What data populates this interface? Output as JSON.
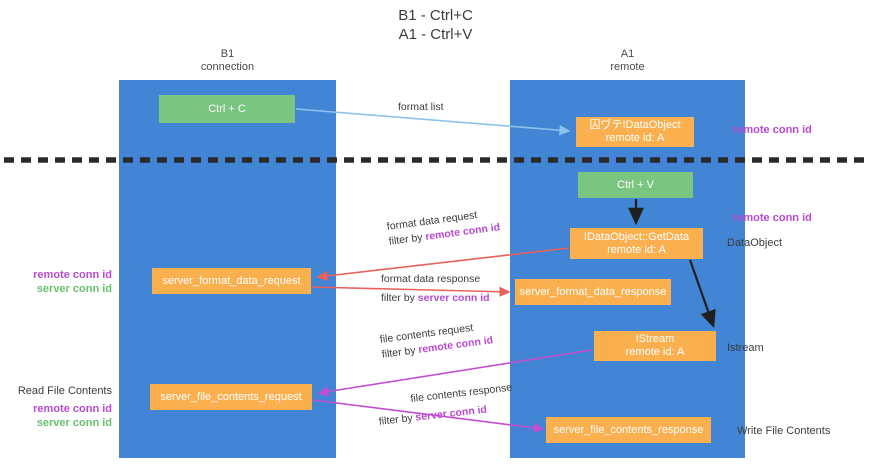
{
  "title": {
    "line1": "B1 - Ctrl+C",
    "line2": "A1 - Ctrl+V"
  },
  "lanes": [
    {
      "id": "b1",
      "name": "B1",
      "role": "connection",
      "color": "#4285d4"
    },
    {
      "id": "a1",
      "name": "A1",
      "role": "remote",
      "color": "#4285d4"
    }
  ],
  "colors": {
    "lane": "#4285d4",
    "node_green": "#7ac57f",
    "node_orange": "#fbb050",
    "accent_remote": "#b84ad0",
    "accent_server": "#6abf6e",
    "arrow_blue": "#8bc3ea",
    "arrow_red": "#e8615a",
    "arrow_magenta": "#c24fd0",
    "arrow_black": "#1f1f1f",
    "divider": "#2a2a2a",
    "background": "#ffffff"
  },
  "nodes": {
    "ctrl_c": {
      "label": "Ctrl + C",
      "style": "green"
    },
    "idataobject": {
      "line1": "囚ヷテIDataObject",
      "line2": "remote id: A",
      "style": "orange"
    },
    "ctrl_v": {
      "label": "Ctrl + V",
      "style": "green"
    },
    "getdata": {
      "line1": "IDataObject::GetData",
      "line2": "remote id: A",
      "style": "orange"
    },
    "server_format_data_request": {
      "label": "server_format_data_request",
      "style": "orange"
    },
    "server_format_data_response": {
      "label": "server_format_data_response",
      "style": "orange"
    },
    "istream": {
      "line1": "IStream",
      "line2": "remote id: A",
      "style": "orange"
    },
    "server_file_contents_request": {
      "label": "server_file_contents_request",
      "style": "orange"
    },
    "server_file_contents_response": {
      "label": "server_file_contents_response",
      "style": "orange"
    }
  },
  "edges": {
    "format_list": {
      "label": "format list"
    },
    "format_data_request": {
      "label": "format data request",
      "filter_prefix": "filter by ",
      "filter_key": "remote conn id"
    },
    "format_data_response": {
      "label": "format data response",
      "filter_prefix": "filter by ",
      "filter_key": "server conn id"
    },
    "file_contents_request": {
      "label": "file contents request",
      "filter_prefix": "filter by ",
      "filter_key": "remote conn id"
    },
    "file_contents_response": {
      "label": "file contents response",
      "filter_prefix": "filter by ",
      "filter_key": "server conn id"
    }
  },
  "side_labels": {
    "dataobject": "DataObject",
    "istream": "Istream",
    "write_file_contents": "Write File Contents",
    "read_file_contents": "Read File Contents"
  },
  "conn_ids": {
    "remote": "remote conn id",
    "server": "server conn id"
  }
}
